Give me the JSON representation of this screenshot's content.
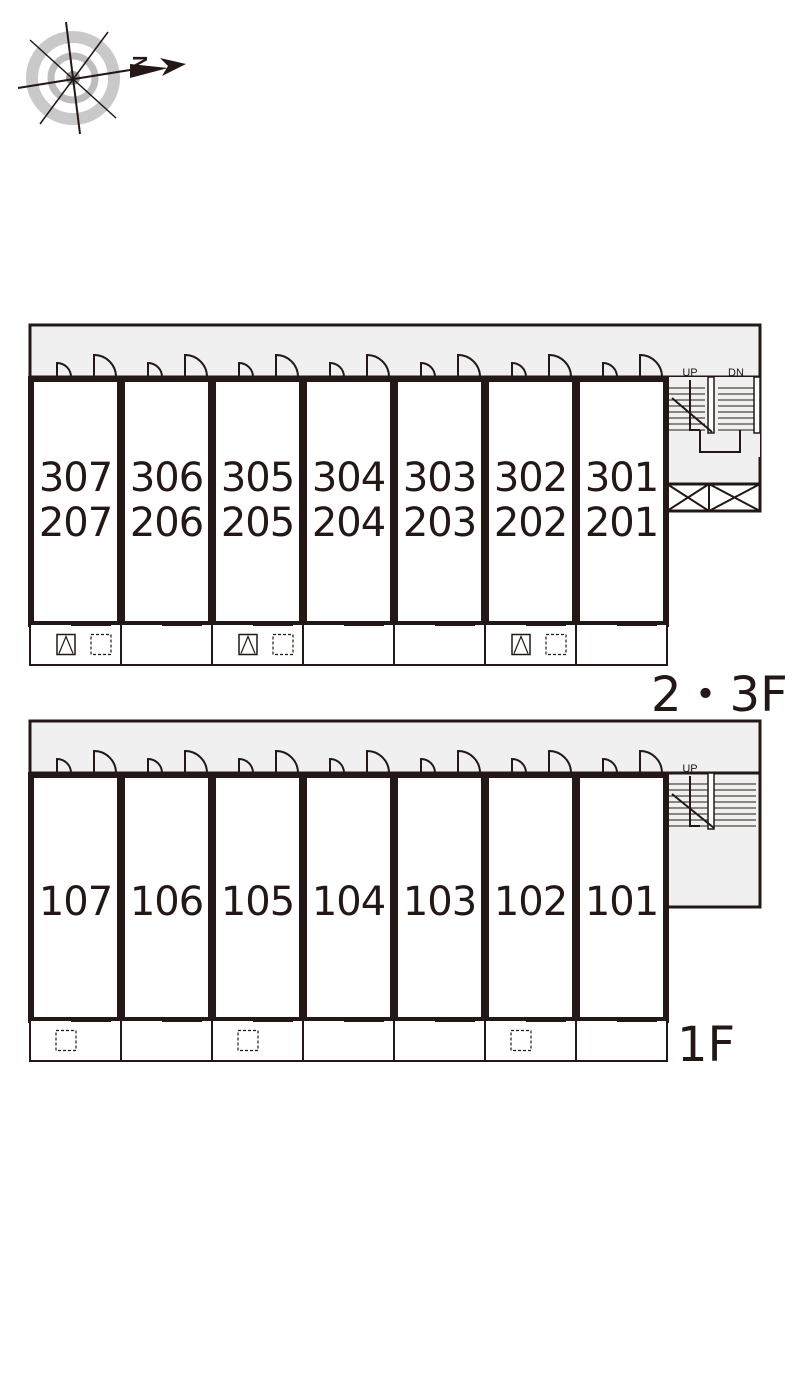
{
  "compass": {
    "north_label": "N",
    "icon": "compass-icon"
  },
  "upper_floor": {
    "floor_label": "2・3F",
    "units": [
      {
        "top": "307",
        "bottom": "207"
      },
      {
        "top": "306",
        "bottom": "206"
      },
      {
        "top": "305",
        "bottom": "205"
      },
      {
        "top": "304",
        "bottom": "204"
      },
      {
        "top": "303",
        "bottom": "203"
      },
      {
        "top": "302",
        "bottom": "202"
      },
      {
        "top": "301",
        "bottom": "201"
      }
    ],
    "stairs": {
      "up": "UP",
      "down": "DN"
    }
  },
  "ground_floor": {
    "floor_label": "1F",
    "units": [
      "107",
      "106",
      "105",
      "104",
      "103",
      "102",
      "101"
    ],
    "stairs": {
      "up": "UP"
    }
  },
  "colors": {
    "ink": "#231815",
    "corridor": "#f0f0f0"
  }
}
